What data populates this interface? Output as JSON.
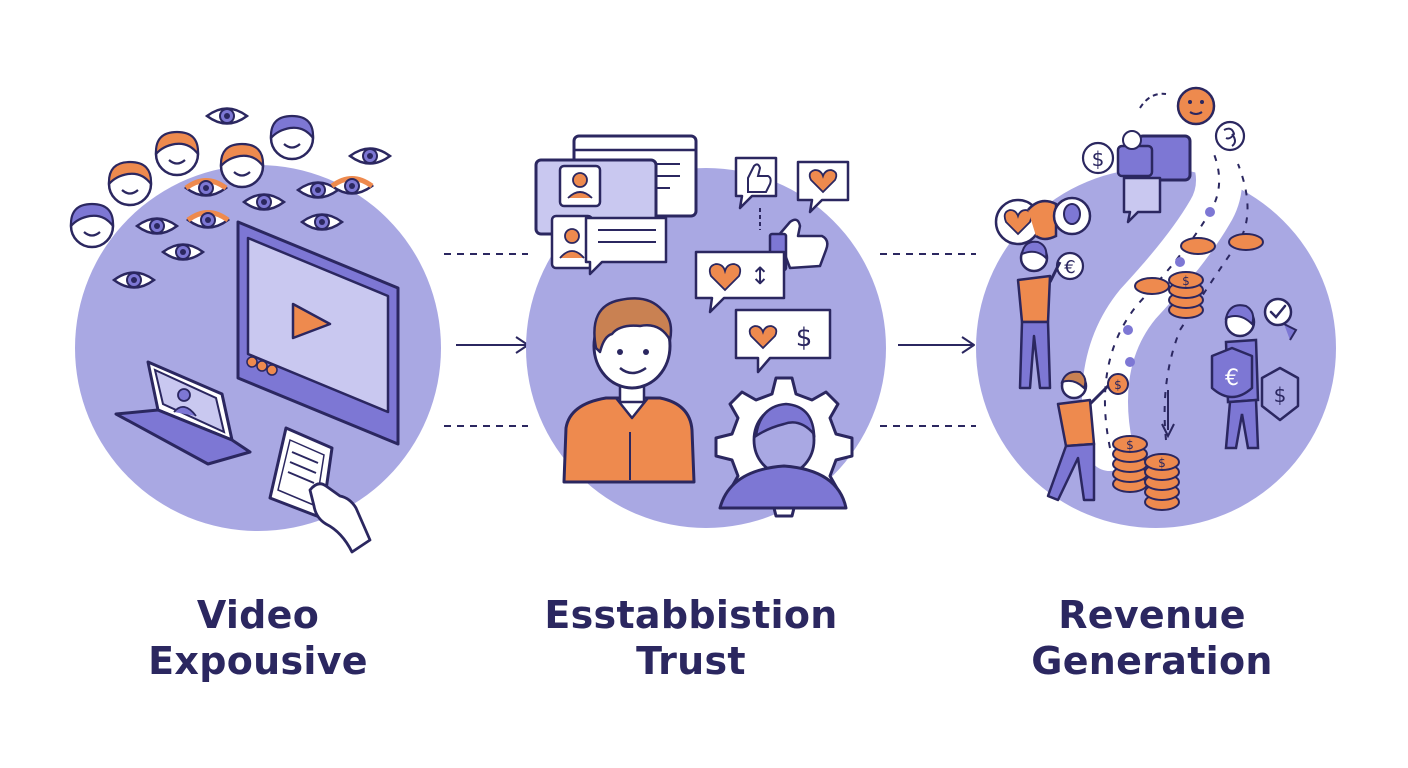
{
  "colors": {
    "circle_fill": "#a9a8e3",
    "ink": "#2b2760",
    "accent_orange": "#ee8a4e",
    "accent_purple": "#7d77d4",
    "background": "#ffffff"
  },
  "stages": [
    {
      "id": "video-exposure",
      "label_line1": "Video",
      "label_line2": "Expousive",
      "icons": [
        "eye-icon",
        "face-icon",
        "monitor-play-icon",
        "laptop-icon",
        "tablet-hand-icon"
      ]
    },
    {
      "id": "establish-trust",
      "label_line1": "Esstabbistion",
      "label_line2": "Trust",
      "icons": [
        "chat-window-icon",
        "thumbs-up-icon",
        "heart-bubble-icon",
        "person-icon",
        "gear-person-icon"
      ],
      "symbols": {
        "heart_bubble_1_symbol": "↕",
        "heart_bubble_2_symbol": "$"
      }
    },
    {
      "id": "revenue-generation",
      "label_line1": "Revenue",
      "label_line2": "Generation",
      "icons": [
        "road-icon",
        "coin-stack-icon",
        "person-icon",
        "shield-icon",
        "check-bubble-icon"
      ],
      "symbols": {
        "dollar": "$",
        "euro": "€"
      }
    }
  ],
  "connectors": [
    "dashed-line",
    "arrow",
    "dashed-line"
  ]
}
